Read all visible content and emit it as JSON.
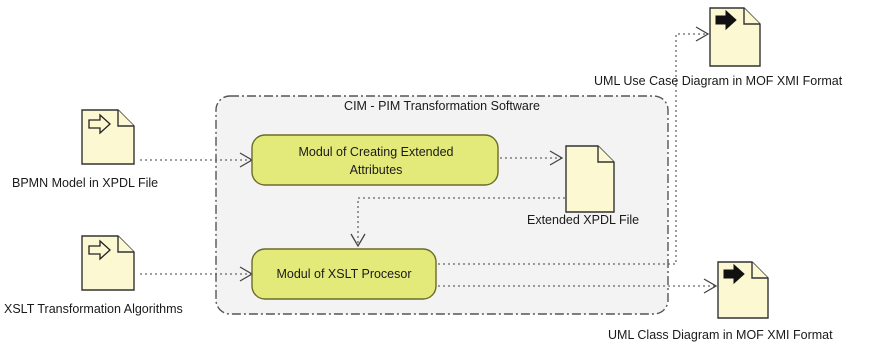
{
  "container": {
    "title": "CIM - PIM Transformation Software"
  },
  "inputs": {
    "bpmn": "BPMN Model in XPDL File",
    "xslt": "XSLT Transformation Algorithms"
  },
  "processes": {
    "extended_attributes": [
      "Modul of Creating Extended",
      "Attributes"
    ],
    "xslt_processor": "Modul of XSLT Procesor"
  },
  "intermediate": {
    "extended_xpdl": "Extended XPDL File"
  },
  "outputs": {
    "use_case": "UML Use Case Diagram in MOF XMI Format",
    "class": "UML Class Diagram in MOF XMI Format"
  },
  "icons": {
    "input_doc": "hollow-arrow-document-icon",
    "output_doc": "solid-arrow-document-icon",
    "plain_doc": "document-icon"
  }
}
